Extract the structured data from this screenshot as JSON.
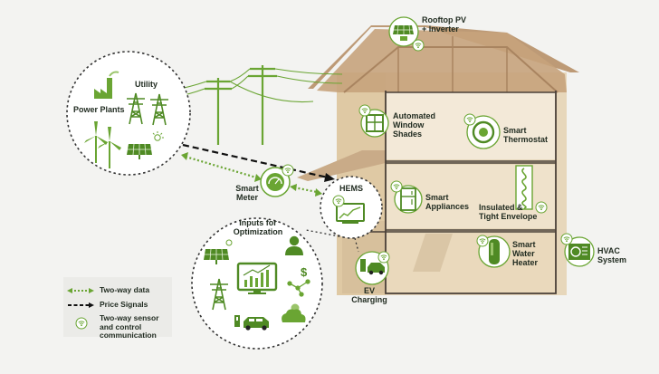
{
  "colors": {
    "green": "#6aa533",
    "dark_green": "#4f8a24",
    "text": "#1f2a1f",
    "background": "#f3f3f1",
    "house": "#e3d2b4"
  },
  "icons": [
    "power-plant-icon",
    "utility-tower-icon",
    "wind-turbine-icon",
    "solar-panel-icon",
    "smart-meter-icon",
    "hems-icon",
    "rooftop-pv-icon",
    "window-shades-icon",
    "thermostat-icon",
    "appliances-icon",
    "insulation-icon",
    "water-heater-icon",
    "hvac-icon",
    "ev-charger-icon",
    "wifi-icon",
    "dollar-icon",
    "person-icon",
    "weather-icon",
    "network-icon",
    "chart-icon",
    "car-icon"
  ],
  "labels": {
    "power_plants": "Power Plants",
    "utility": "Utility",
    "smart_meter": "Smart\nMeter",
    "hems": "HEMS",
    "inputs": "Inputs for\nOptimization",
    "rooftop_pv": "Rooftop PV\n+ Inverter",
    "window_shades": "Automated\nWindow\nShades",
    "thermostat": "Smart\nThermostat",
    "appliances": "Smart\nAppliances",
    "insulated": "Insulated &\nTight Envelope",
    "water_heater": "Smart\nWater\nHeater",
    "hvac": "HVAC\nSystem",
    "ev_charging": "EV\nCharging",
    "dollar": "$"
  },
  "legend": {
    "two_way_data": "Two-way data",
    "price_signals": "Price Signals",
    "sensor": "Two-way sensor\nand control\ncommunication"
  }
}
